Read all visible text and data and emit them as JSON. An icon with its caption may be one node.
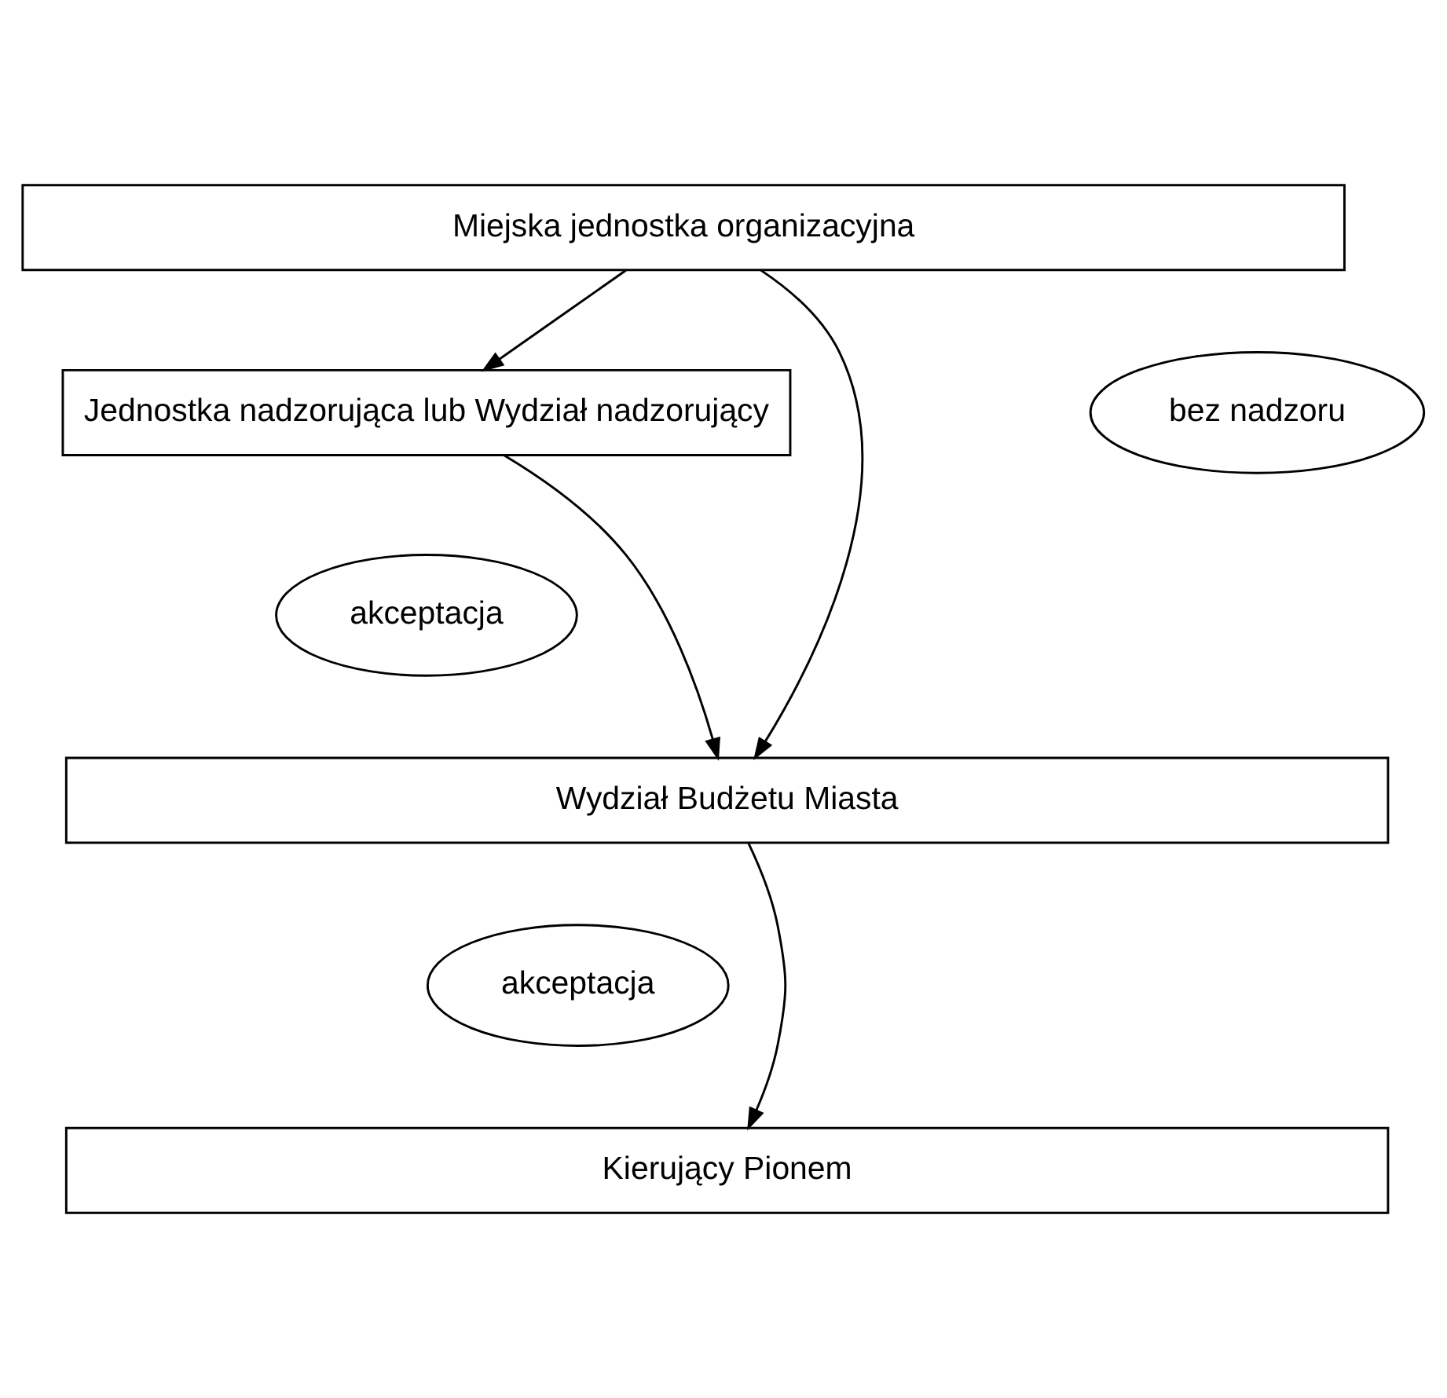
{
  "diagram": {
    "nodes": [
      {
        "text": [
          "Miejska jednostka organizacyjna"
        ]
      },
      {
        "text": [
          "Jednostka nadzorująca lub Wydział nadzorujący"
        ]
      },
      {
        "text": [
          "bez nadzoru"
        ]
      },
      {
        "text": [
          "akceptacja"
        ]
      },
      {
        "text": [
          "Wydział Budżetu Miasta"
        ]
      },
      {
        "text": [
          "akceptacja"
        ]
      },
      {
        "text": [
          "Kierujący Pionem"
        ]
      }
    ],
    "edges": [
      {
        "from": 0,
        "to": 1,
        "arrow": "to"
      },
      {
        "from": 0,
        "to": 4,
        "arrow": "to"
      },
      {
        "from": 1,
        "to": 4,
        "arrow": "to"
      },
      {
        "from": 4,
        "to": 6,
        "arrow": "to"
      }
    ]
  }
}
